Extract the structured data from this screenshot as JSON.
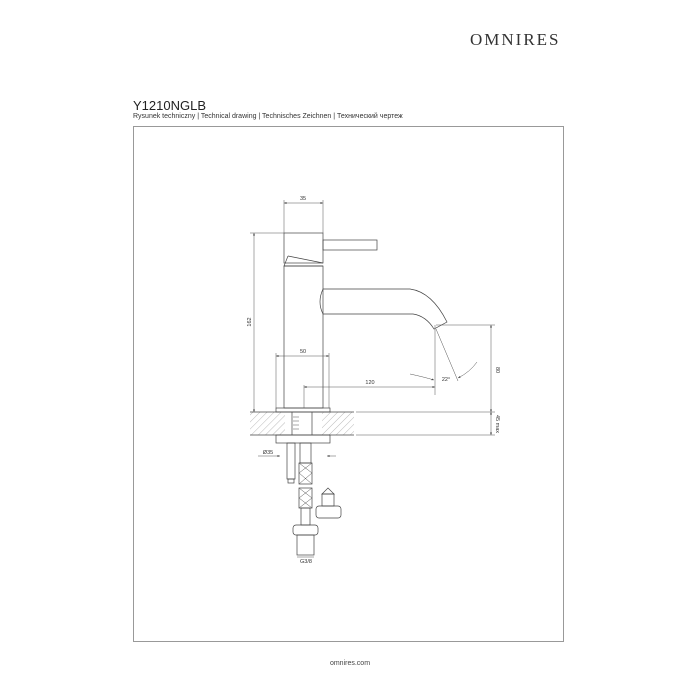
{
  "header": {
    "brand": "OMNIRES",
    "product_code": "Y1210NGLB",
    "subtitle": "Rysunek techniczny | Technical drawing | Technisches Zeichnen | Технический чертеж"
  },
  "drawing": {
    "dimensions": {
      "handle_width": "35",
      "total_height": "162",
      "base_width": "50",
      "spout_reach": "120",
      "spout_height": "80",
      "countertop_max": "45 max",
      "angle": "22°",
      "hole_diameter": "Ø35",
      "connection": "G3/8"
    }
  },
  "footer": {
    "website": "omnires.com"
  }
}
